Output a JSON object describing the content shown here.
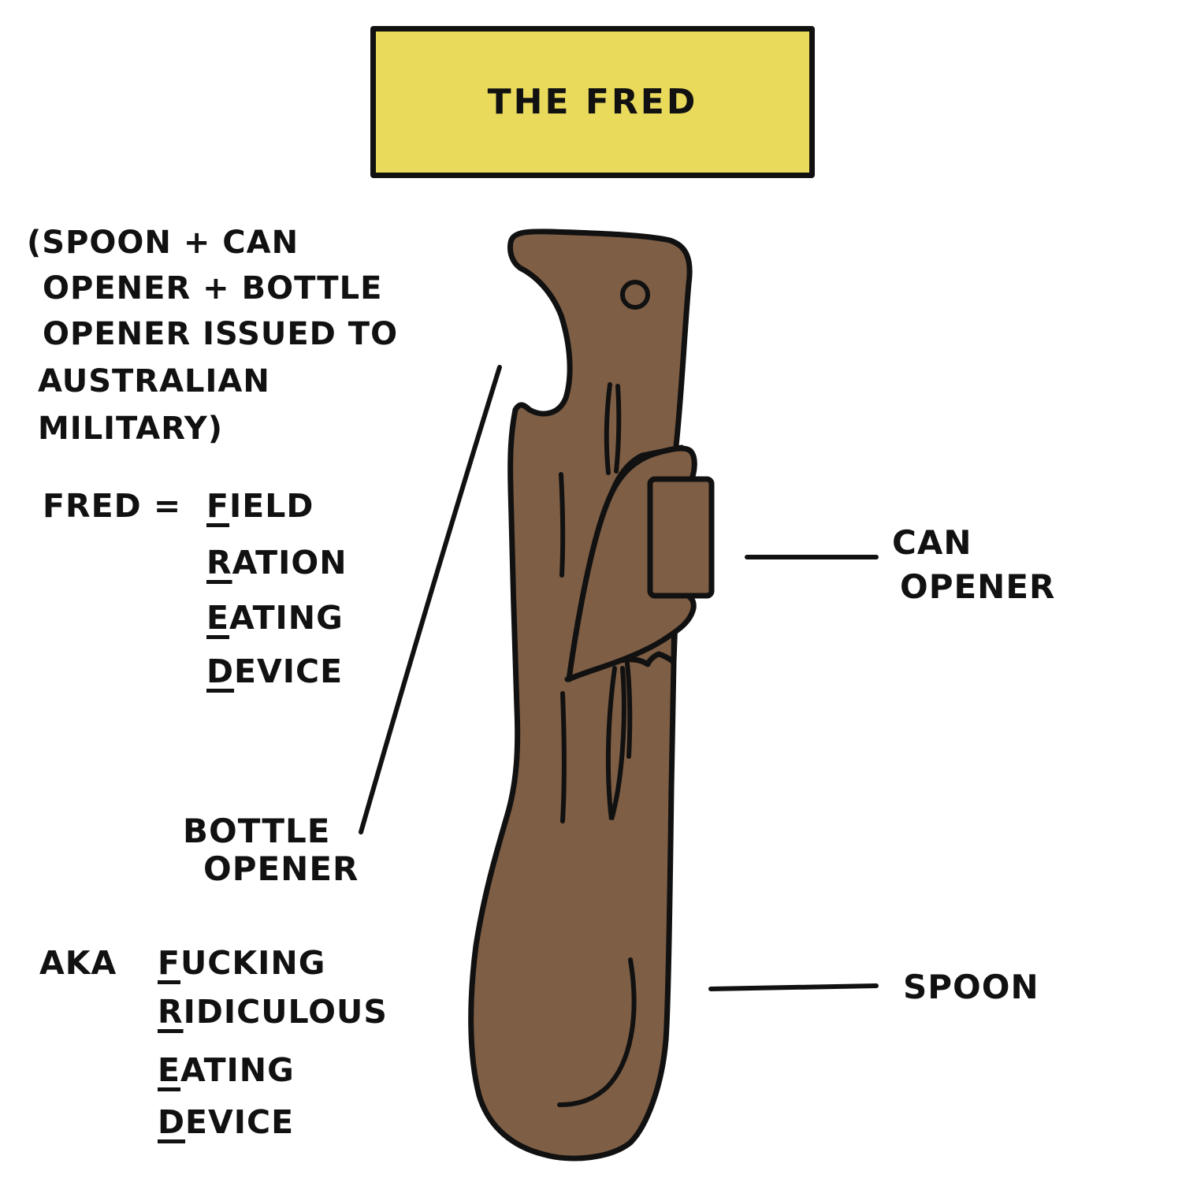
{
  "title": "THE FRED",
  "colors": {
    "title_fill": "#e9da5c",
    "tool_fill": "#7e5e45",
    "ink": "#111111",
    "background": "#ffffff"
  },
  "description_lines": [
    "(SPOON + CAN",
    "OPENER + BOTTLE",
    "OPENER ISSUED TO",
    "AUSTRALIAN",
    "MILITARY)"
  ],
  "official_acronym": {
    "prefix": "FRED =",
    "words": [
      {
        "initial": "F",
        "rest": "IELD"
      },
      {
        "initial": "R",
        "rest": "ATION"
      },
      {
        "initial": "E",
        "rest": "ATING"
      },
      {
        "initial": "D",
        "rest": "EVICE"
      }
    ]
  },
  "unofficial_acronym": {
    "prefix": "AKA",
    "words": [
      {
        "initial": "F",
        "rest": "UCKING"
      },
      {
        "initial": "R",
        "rest": "IDICULOUS"
      },
      {
        "initial": "E",
        "rest": "ATING"
      },
      {
        "initial": "D",
        "rest": "EVICE"
      }
    ]
  },
  "callouts": {
    "can_opener": [
      "CAN",
      "OPENER"
    ],
    "bottle_opener": [
      "BOTTLE",
      "OPENER"
    ],
    "spoon": "SPOON"
  }
}
